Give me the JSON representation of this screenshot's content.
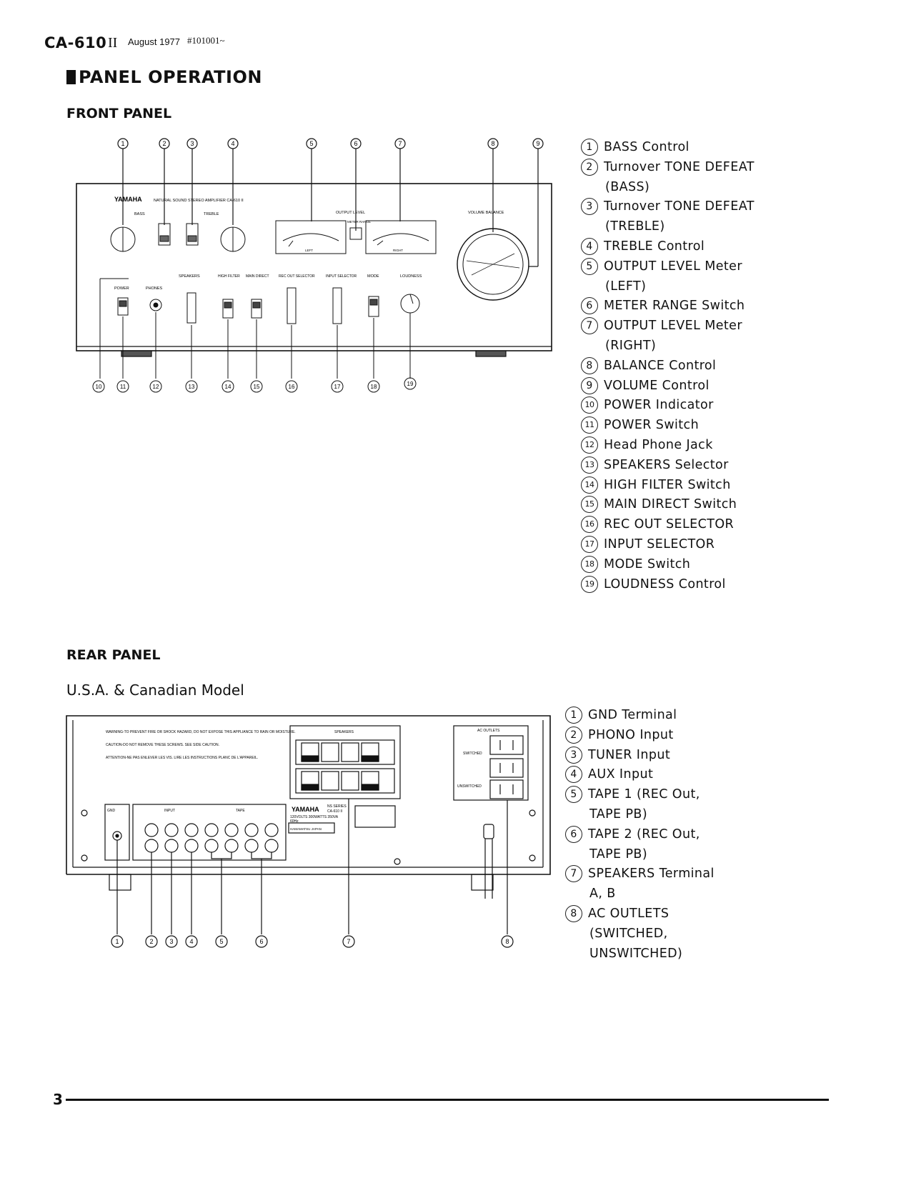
{
  "header": {
    "model": "CA-610",
    "model_suffix": "II",
    "date": "August 1977",
    "serial": "#101001~"
  },
  "section_title": "PANEL OPERATION",
  "front_panel": {
    "title": "FRONT PANEL",
    "unit_labels": {
      "brand": "YAMAHA",
      "model_line": "NATURAL SOUND STEREO AMPLIFIER CA-610 II",
      "bass": "BASS",
      "treble": "TREBLE",
      "output_level": "OUTPUT LEVEL",
      "meter_range": "METER RANGE",
      "volume_balance": "VOLUME  BALANCE",
      "power": "POWER",
      "phones": "PHONES",
      "speakers": "SPEAKERS",
      "high_filter": "HIGH FILTER",
      "main_direct": "MAIN DIRECT",
      "rec_out_selector": "REC OUT SELECTOR",
      "input_selector": "INPUT SELECTOR",
      "mode": "MODE",
      "loudness": "LOUDNESS",
      "left": "LEFT",
      "right": "RIGHT"
    },
    "legend": [
      {
        "num": "1",
        "label": "BASS Control"
      },
      {
        "num": "2",
        "label": "Turnover TONE DEFEAT",
        "cont": "(BASS)"
      },
      {
        "num": "3",
        "label": "Turnover TONE DEFEAT",
        "cont": "(TREBLE)"
      },
      {
        "num": "4",
        "label": "TREBLE Control"
      },
      {
        "num": "5",
        "label": "OUTPUT LEVEL Meter",
        "cont": "(LEFT)"
      },
      {
        "num": "6",
        "label": "METER RANGE Switch"
      },
      {
        "num": "7",
        "label": "OUTPUT LEVEL Meter",
        "cont": "(RIGHT)"
      },
      {
        "num": "8",
        "label": "BALANCE Control"
      },
      {
        "num": "9",
        "label": "VOLUME Control"
      },
      {
        "num": "10",
        "label": "POWER Indicator"
      },
      {
        "num": "11",
        "label": "POWER Switch"
      },
      {
        "num": "12",
        "label": "Head Phone Jack"
      },
      {
        "num": "13",
        "label": "SPEAKERS Selector"
      },
      {
        "num": "14",
        "label": "HIGH FILTER Switch"
      },
      {
        "num": "15",
        "label": "MAIN DIRECT Switch"
      },
      {
        "num": "16",
        "label": "REC OUT SELECTOR"
      },
      {
        "num": "17",
        "label": "INPUT SELECTOR"
      },
      {
        "num": "18",
        "label": "MODE Switch"
      },
      {
        "num": "19",
        "label": "LOUDNESS Control"
      }
    ]
  },
  "rear_panel": {
    "title": "REAR PANEL",
    "model_title": "U.S.A. & Canadian Model",
    "unit_labels": {
      "warning": "WARNING-TO PREVENT FIRE OR SHOCK HAZARD, DO NOT EXPOSE THIS APPLIANCE TO RAIN OR MOISTURE.",
      "caution": "CAUTION-DO NOT REMOVE THESE SCREWS. SEE SIDE CAUTION.",
      "attention": "ATTENTION-NE PAS ENLEVER LES VIS. LIRE LES INSTRUCTIONS PLANC DE L'APPAREIL.",
      "gnd": "GND",
      "input": "INPUT",
      "tape": "TAPE",
      "speakers": "SPEAKERS",
      "ac_outlets": "AC OUTLETS",
      "switched": "SWITCHED",
      "unswitched": "UNSWITCHED",
      "brand": "YAMAHA",
      "ns_series": "NS SERIES",
      "model": "CA-610 II",
      "rating": "120VOLTS 300WATTS 350VA",
      "freq": "60Hz",
      "origin": "HAMAMATSU JAPAN"
    },
    "legend": [
      {
        "num": "1",
        "label": "GND Terminal"
      },
      {
        "num": "2",
        "label": "PHONO Input"
      },
      {
        "num": "3",
        "label": "TUNER Input"
      },
      {
        "num": "4",
        "label": "AUX Input"
      },
      {
        "num": "5",
        "label": "TAPE 1 (REC Out,",
        "cont": "TAPE PB)"
      },
      {
        "num": "6",
        "label": "TAPE 2 (REC Out,",
        "cont": "TAPE PB)"
      },
      {
        "num": "7",
        "label": "SPEAKERS Terminal",
        "cont": "A, B"
      },
      {
        "num": "8",
        "label": "AC OUTLETS",
        "cont": "(SWITCHED,",
        "cont2": "UNSWITCHED)"
      }
    ]
  },
  "page_number": "3"
}
